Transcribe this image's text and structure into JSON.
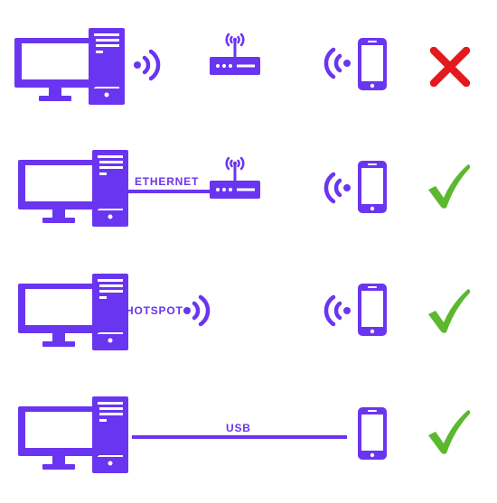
{
  "colors": {
    "device": "#6a35f0",
    "fail": "#e3191f",
    "success": "#5cb82e",
    "screen": "#ffffff"
  },
  "scenarios": [
    {
      "connection": "wifi",
      "link_label": "",
      "status": "fail",
      "status_icon": "cross-icon"
    },
    {
      "connection": "ethernet",
      "link_label": "ETHERNET",
      "status": "success",
      "status_icon": "checkmark-icon"
    },
    {
      "connection": "hotspot",
      "link_label": "HOTSPOT",
      "status": "success",
      "status_icon": "checkmark-icon"
    },
    {
      "connection": "usb",
      "link_label": "USB",
      "status": "success",
      "status_icon": "checkmark-icon"
    }
  ]
}
